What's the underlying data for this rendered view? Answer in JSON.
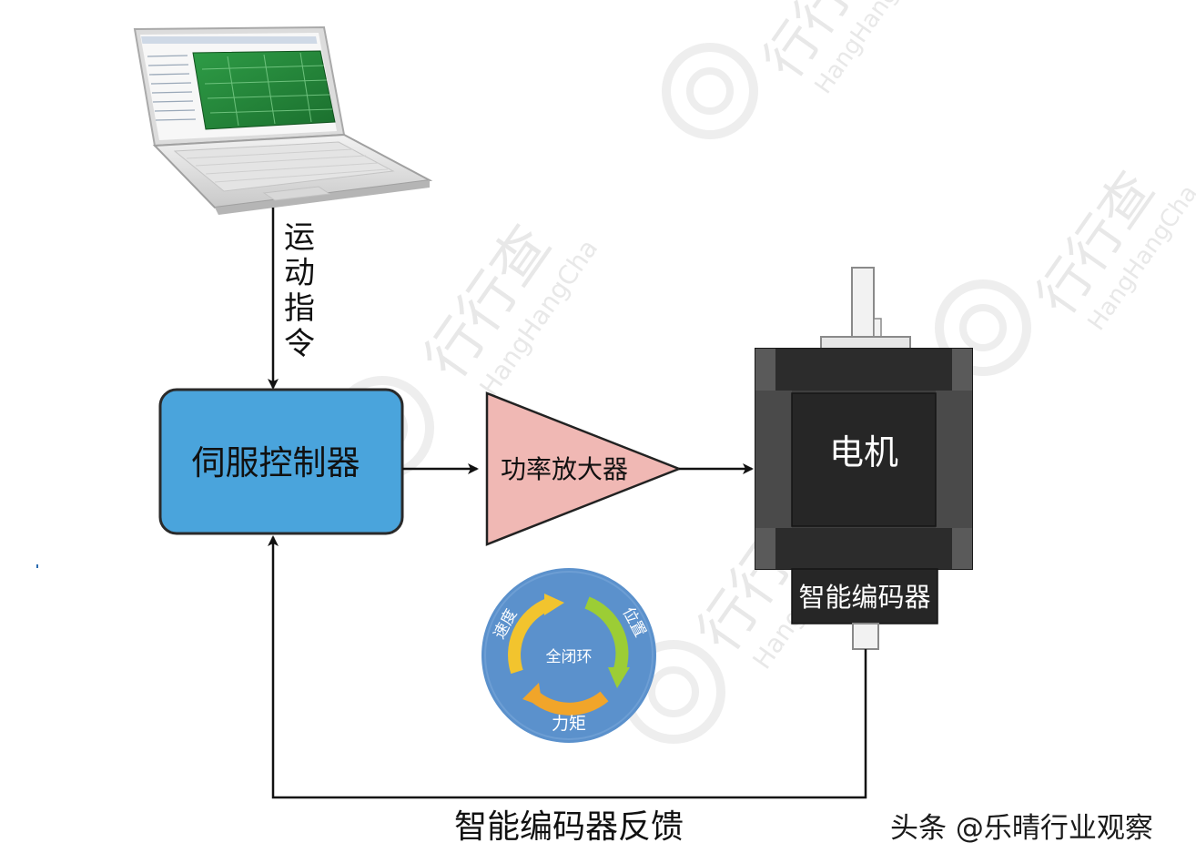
{
  "diagram": {
    "nodes": {
      "laptop": {
        "name": "laptop"
      },
      "servo_controller": {
        "label": "伺服控制器",
        "fill": "#4aa4dc",
        "stroke": "#2a2a2a"
      },
      "power_amplifier": {
        "label": "功率放大器",
        "fill": "#f0b8b4",
        "stroke": "#222222"
      },
      "motor": {
        "label": "电机",
        "body": "#262626",
        "frame": "#3e3e3e"
      },
      "encoder": {
        "label": "智能编码器",
        "fill": "#262626"
      }
    },
    "edges": {
      "motion_command": {
        "label": [
          "运",
          "动",
          "指",
          "令"
        ]
      },
      "controller_to_amplifier": {
        "label": ""
      },
      "amplifier_to_motor": {
        "label": ""
      },
      "encoder_feedback": {
        "label": "智能编码器反馈"
      }
    },
    "closed_loop_badge": {
      "center": "全闭环",
      "speed": "速度",
      "position": "位置",
      "torque": "力矩",
      "bg": "#5b91cc",
      "arrow_yellow": "#f2c42e",
      "arrow_green": "#9ccd35",
      "arrow_orange": "#f1a52a"
    },
    "watermark": {
      "cn": "行行查",
      "en": "HangHangCha"
    }
  },
  "footer": {
    "credit": "头条 @乐晴行业观察"
  }
}
